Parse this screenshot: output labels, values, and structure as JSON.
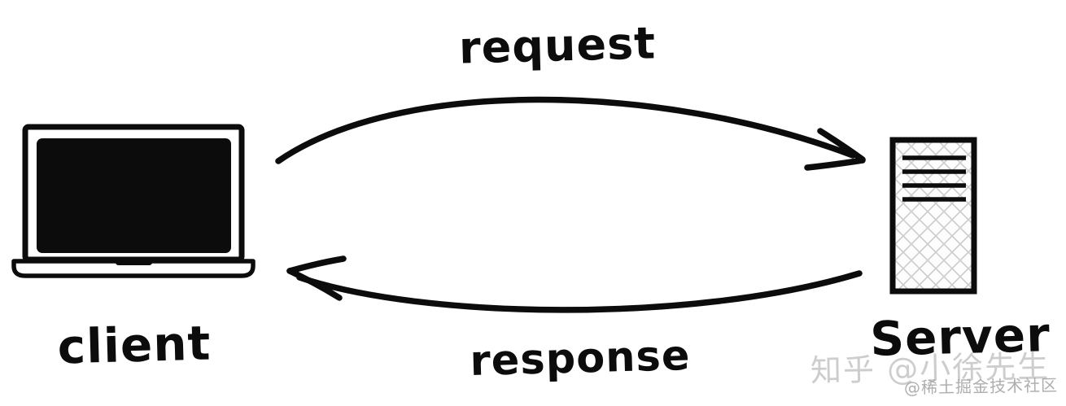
{
  "diagram": {
    "client": {
      "label": "client",
      "icon": "laptop-icon"
    },
    "server": {
      "label": "Server",
      "icon": "server-tower-icon"
    },
    "request": {
      "label": "request",
      "from": "client",
      "to": "server"
    },
    "response": {
      "label": "response",
      "from": "server",
      "to": "client"
    },
    "colors": {
      "ink": "#0c0c0c",
      "hatch": "#cccccc",
      "background": "#ffffff"
    }
  },
  "watermarks": {
    "zhihu": "知乎 @小徐先生",
    "juejin": "@稀土掘金技术社区"
  }
}
